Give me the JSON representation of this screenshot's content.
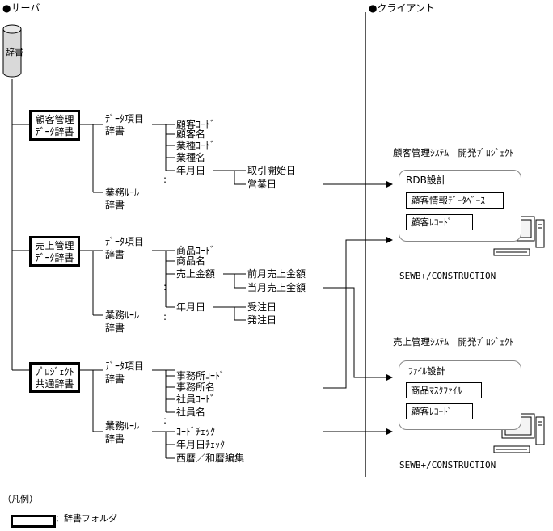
{
  "server": {
    "title": "●サーバ",
    "db_label": "辞書"
  },
  "client_title": "●クライアント",
  "panels": [
    {
      "folder": [
        "顧客管理",
        "ﾃﾞｰﾀ辞書"
      ],
      "data_dict": [
        "ﾃﾞｰﾀ項目",
        "辞書"
      ],
      "items": [
        "顧客ｺｰﾄﾞ",
        "顧客名",
        "業種ｺｰﾄﾞ",
        "業種名",
        "年月日"
      ],
      "sub_items": [
        "取引開始日",
        "営業日"
      ],
      "rule_dict": [
        "業務ﾙｰﾙ",
        "辞書"
      ]
    },
    {
      "folder": [
        "売上管理",
        "ﾃﾞｰﾀ辞書"
      ],
      "data_dict": [
        "ﾃﾞｰﾀ項目",
        "辞書"
      ],
      "items": [
        "商品ｺｰﾄﾞ",
        "商品名",
        "売上金額",
        "年月日"
      ],
      "sub_items_a": [
        "前月売上金額",
        "当月売上金額"
      ],
      "sub_items_b": [
        "受注日",
        "発注日"
      ],
      "rule_dict": [
        "業務ﾙｰﾙ",
        "辞書"
      ]
    },
    {
      "folder": [
        "ﾌﾟﾛｼﾞｪｸﾄ",
        "共通辞書"
      ],
      "data_dict": [
        "ﾃﾞｰﾀ項目",
        "辞書"
      ],
      "items": [
        "事務所ｺｰﾄﾞ",
        "事務所名",
        "社員ｺｰﾄﾞ",
        "社員名"
      ],
      "rule_dict": [
        "業務ﾙｰﾙ",
        "辞書"
      ],
      "rules": [
        "ｺｰﾄﾞﾁｪｯｸ",
        "年月日ﾁｪｯｸ",
        "西暦／和暦編集"
      ]
    }
  ],
  "dots": ":",
  "projects": [
    {
      "title": "顧客管理ｼｽﾃﾑ　開発ﾌﾟﾛｼﾞｪｸﾄ",
      "design_title": "RDB設計",
      "boxes": [
        "顧客情報ﾃﾞｰﾀﾍﾞｰｽ",
        "顧客ﾚｺｰﾄﾞ"
      ],
      "footer": "SEWB+/CONSTRUCTION"
    },
    {
      "title": "売上管理ｼｽﾃﾑ　開発ﾌﾟﾛｼﾞｪｸﾄ",
      "design_title": "ﾌｧｲﾙ設計",
      "boxes": [
        "商品ﾏｽﾀﾌｧｲﾙ",
        "顧客ﾚｺｰﾄﾞ"
      ],
      "footer": "SEWB+/CONSTRUCTION"
    }
  ],
  "legend": {
    "title": "（凡例）",
    "folder_label": "：辞書フォルダ"
  }
}
